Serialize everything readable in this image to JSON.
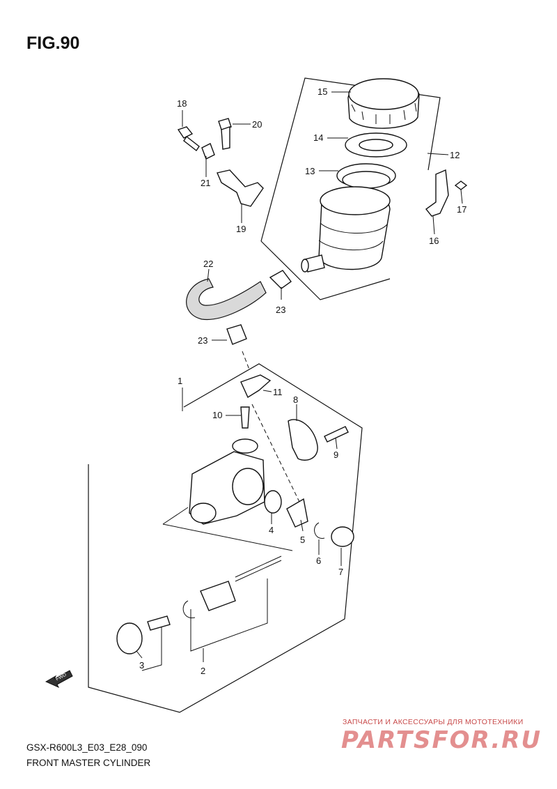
{
  "title": "FIG.90",
  "footer": {
    "code": "GSX-R600L3_E03_E28_090",
    "name": "FRONT MASTER CYLINDER"
  },
  "watermark": {
    "subtitle": "ЗАПЧАСТИ И АКСЕССУАРЫ ДЛЯ МОТОТЕХНИКИ",
    "logo": "PARTSFOR.RU"
  },
  "fwd_label": "FWD",
  "callouts": [
    "1",
    "2",
    "3",
    "4",
    "5",
    "6",
    "7",
    "8",
    "9",
    "10",
    "11",
    "12",
    "13",
    "14",
    "15",
    "16",
    "17",
    "18",
    "19",
    "20",
    "21",
    "22",
    "23",
    "23"
  ]
}
